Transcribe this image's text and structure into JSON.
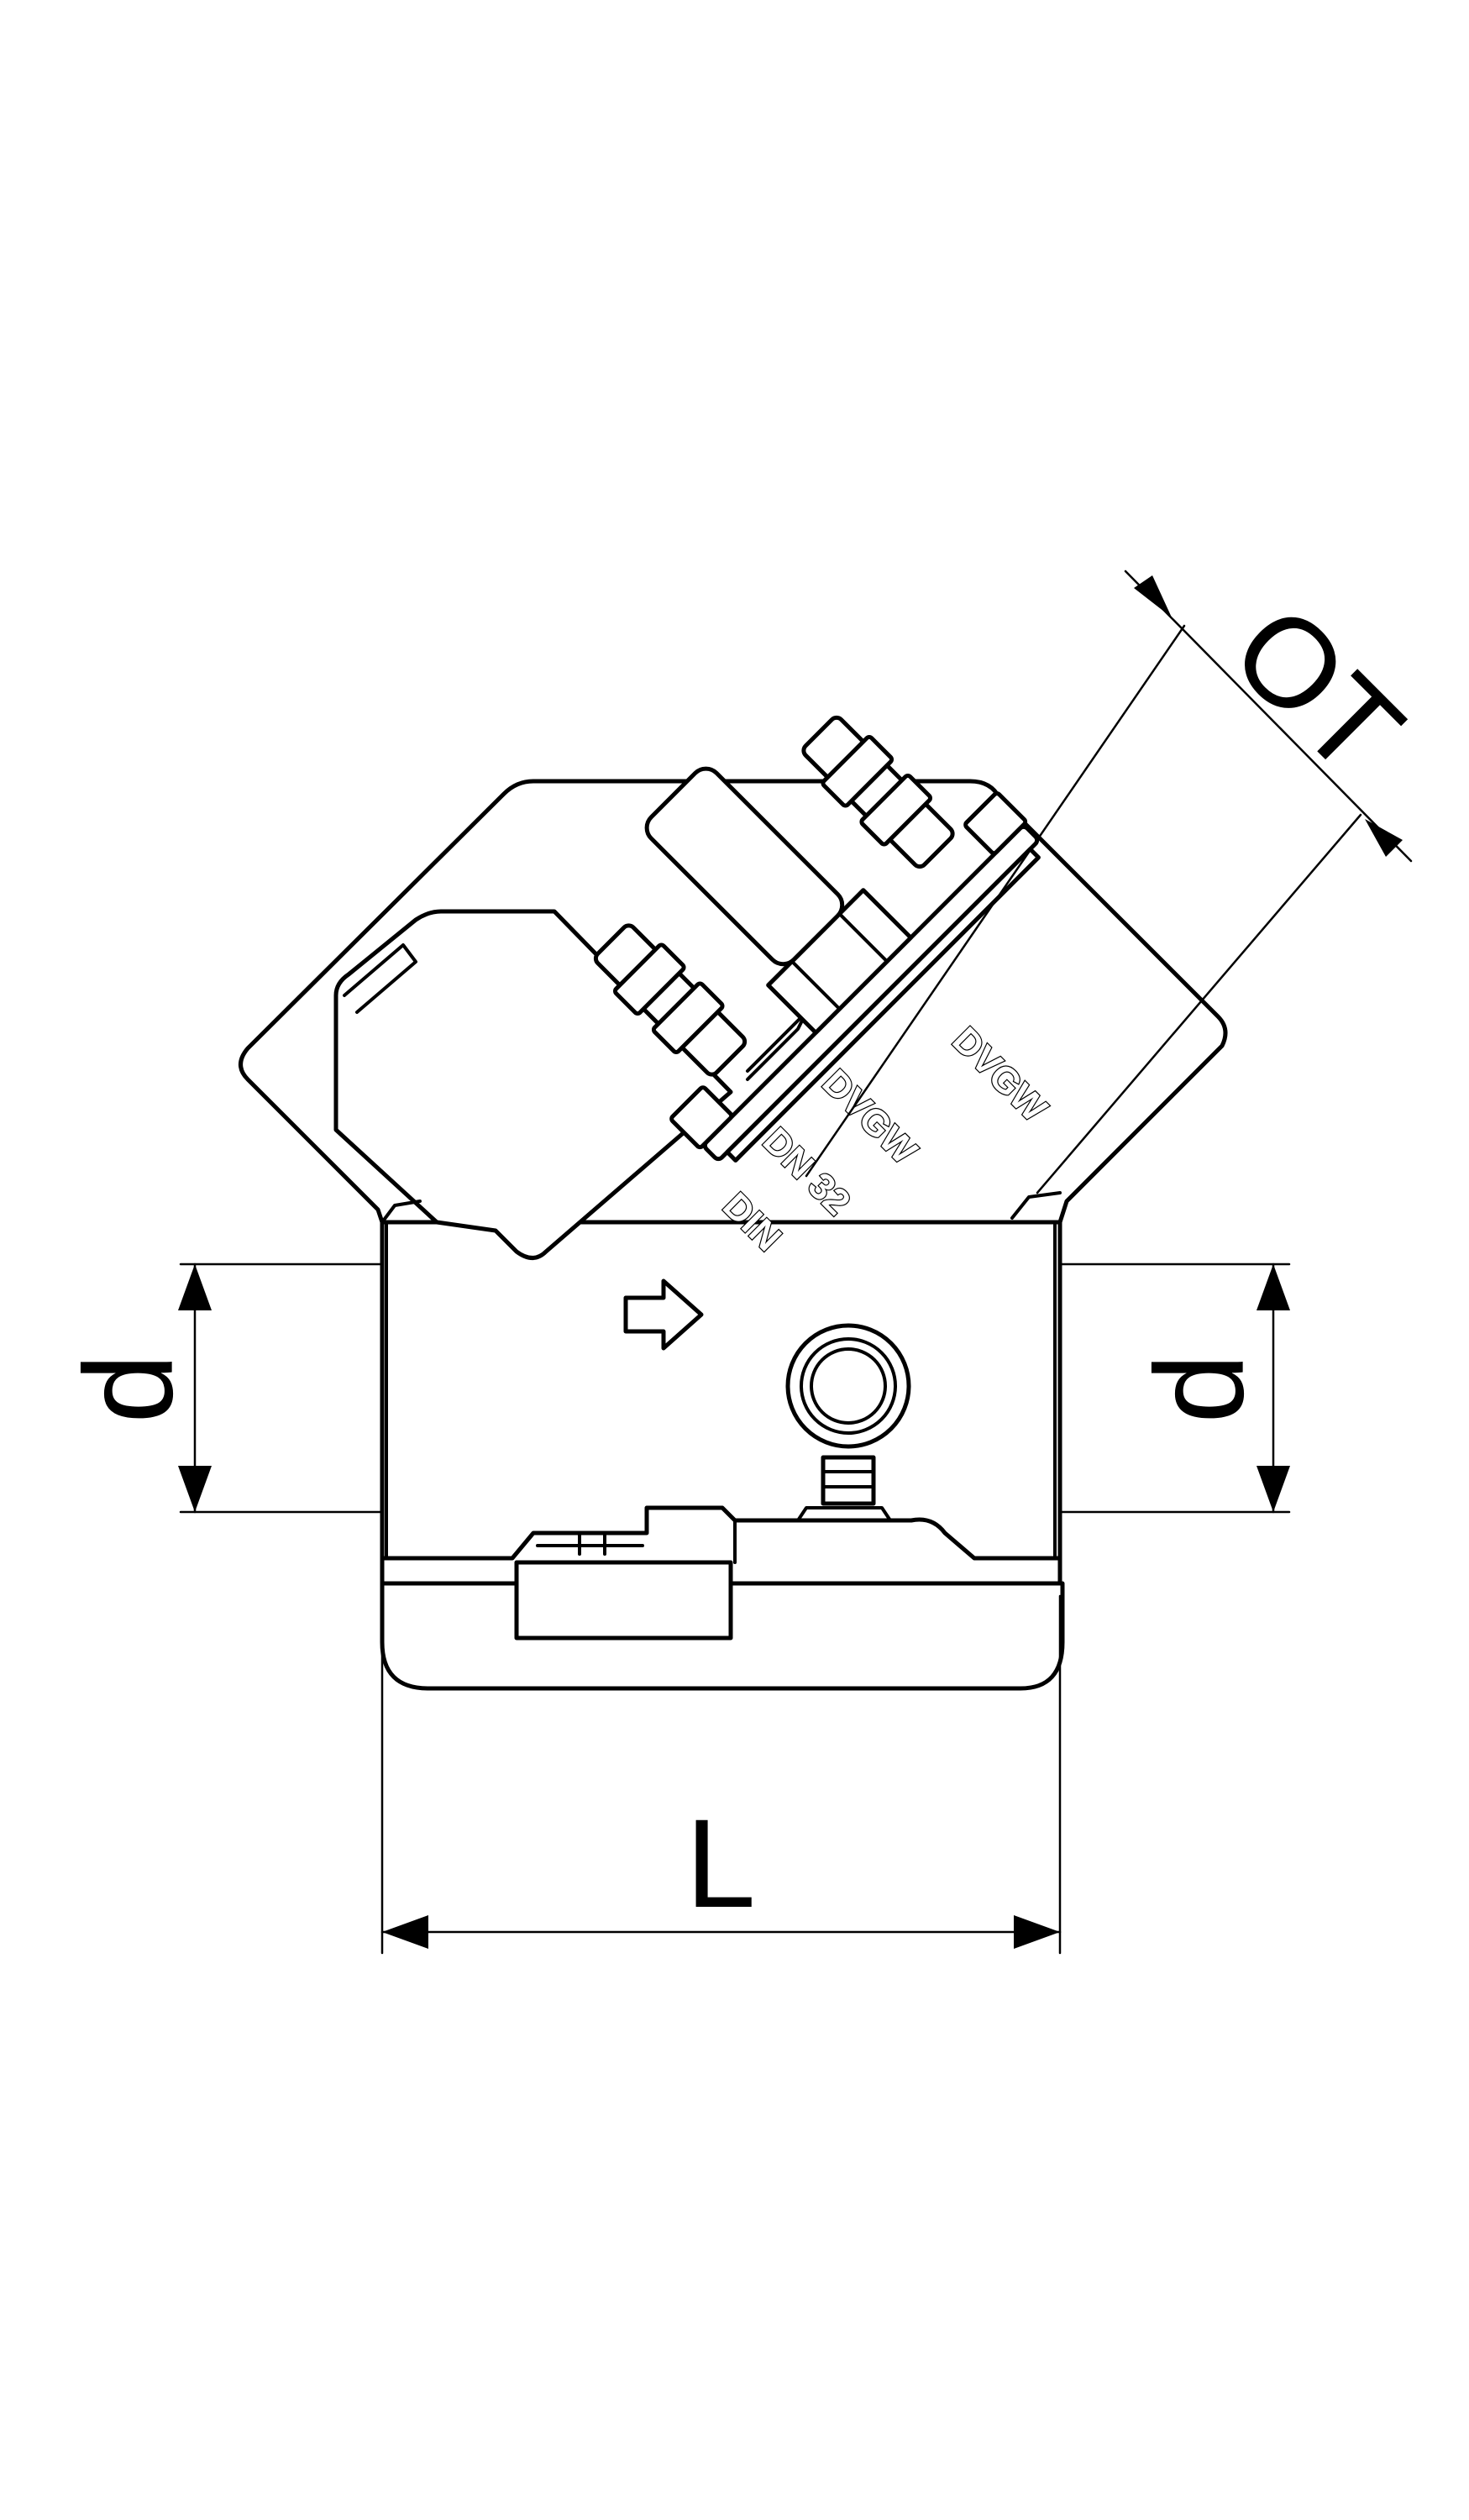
{
  "labels": {
    "marking_1": "DVGW",
    "marking_2": "DN 32",
    "marking_3": "DIN",
    "dim_ot": "OT",
    "dim_d_left": "d",
    "dim_d_right": "d",
    "dim_l": "L"
  },
  "colors": {
    "line": "#000000",
    "background": "#ffffff"
  }
}
